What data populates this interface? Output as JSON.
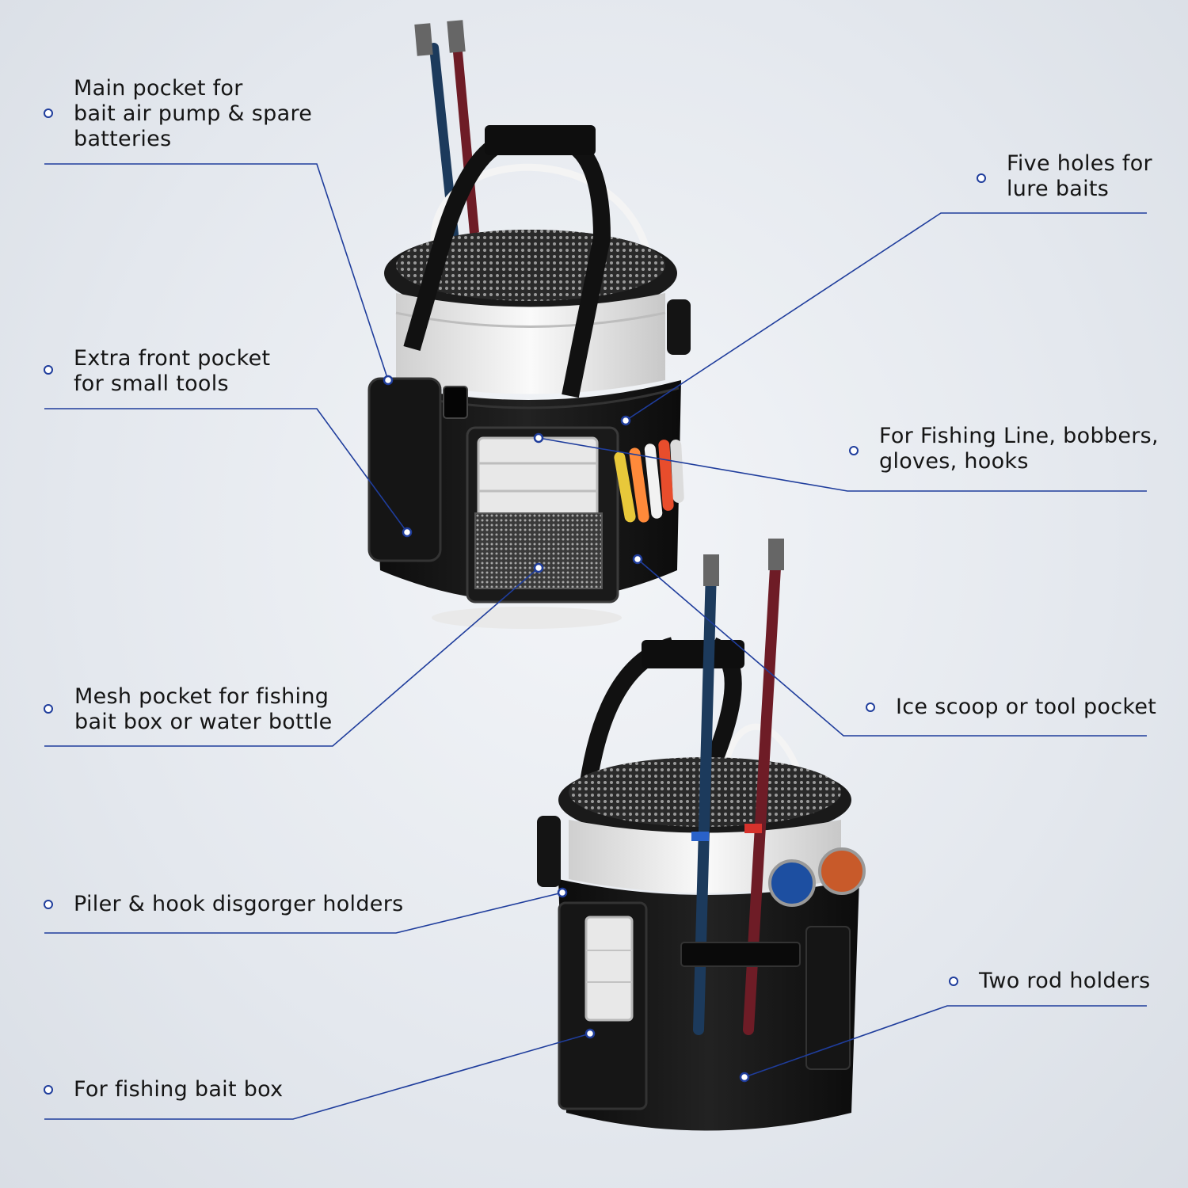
{
  "colors": {
    "accent_line": "#1f3d9c",
    "bag_black": "#141414",
    "bucket_white": "#f2f2f2",
    "rod_blue": "#1c3a5c",
    "rod_red": "#6e1c26"
  },
  "callouts": [
    {
      "id": "main-pocket",
      "lines": [
        "Main pocket for",
        "bait air pump & spare",
        "batteries"
      ]
    },
    {
      "id": "front-pocket",
      "lines": [
        "Extra front pocket",
        "for small tools"
      ]
    },
    {
      "id": "mesh-pocket",
      "lines": [
        "Mesh pocket for fishing",
        "bait box or water bottle"
      ]
    },
    {
      "id": "plier-holders",
      "lines": [
        "Piler & hook disgorger holders"
      ]
    },
    {
      "id": "bait-box",
      "lines": [
        "For fishing bait box"
      ]
    },
    {
      "id": "lure-holes",
      "lines": [
        "Five holes for",
        "lure baits"
      ]
    },
    {
      "id": "fishing-line",
      "lines": [
        "For Fishing Line, bobbers,",
        "gloves, hooks"
      ]
    },
    {
      "id": "ice-scoop",
      "lines": [
        "Ice scoop or tool pocket"
      ]
    },
    {
      "id": "rod-holders",
      "lines": [
        "Two rod holders"
      ]
    }
  ]
}
